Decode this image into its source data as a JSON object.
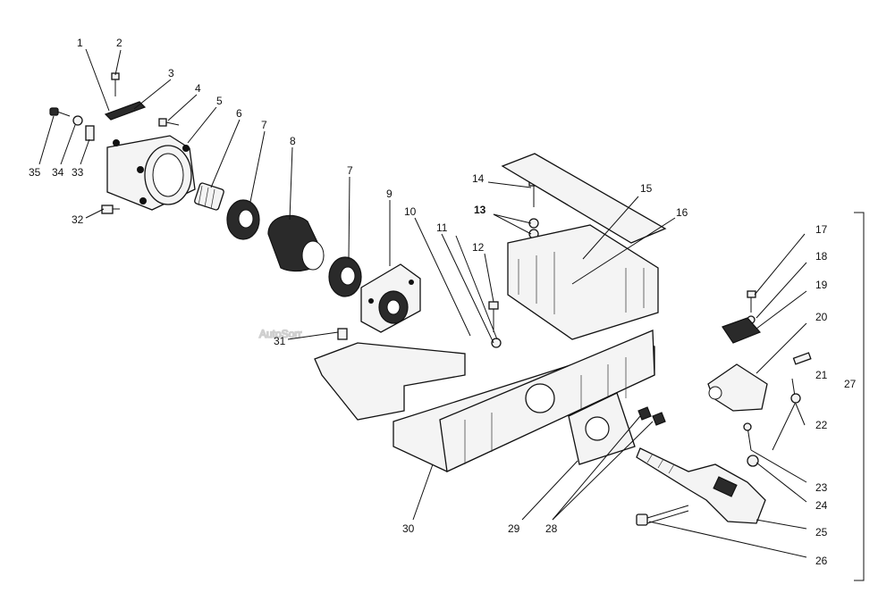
{
  "watermark": "AutoSorr",
  "callouts": [
    {
      "n": "1"
    },
    {
      "n": "2"
    },
    {
      "n": "3"
    },
    {
      "n": "4"
    },
    {
      "n": "5"
    },
    {
      "n": "6"
    },
    {
      "n": "7"
    },
    {
      "n": "8"
    },
    {
      "n": "7"
    },
    {
      "n": "9"
    },
    {
      "n": "10"
    },
    {
      "n": "11"
    },
    {
      "n": "12"
    },
    {
      "n": "13"
    },
    {
      "n": "14"
    },
    {
      "n": "15"
    },
    {
      "n": "16"
    },
    {
      "n": "17"
    },
    {
      "n": "18"
    },
    {
      "n": "19"
    },
    {
      "n": "20"
    },
    {
      "n": "21"
    },
    {
      "n": "22"
    },
    {
      "n": "23"
    },
    {
      "n": "24"
    },
    {
      "n": "25"
    },
    {
      "n": "26"
    },
    {
      "n": "27"
    },
    {
      "n": "28"
    },
    {
      "n": "29"
    },
    {
      "n": "30"
    },
    {
      "n": "31"
    },
    {
      "n": "32"
    },
    {
      "n": "33"
    },
    {
      "n": "34"
    },
    {
      "n": "35"
    }
  ]
}
